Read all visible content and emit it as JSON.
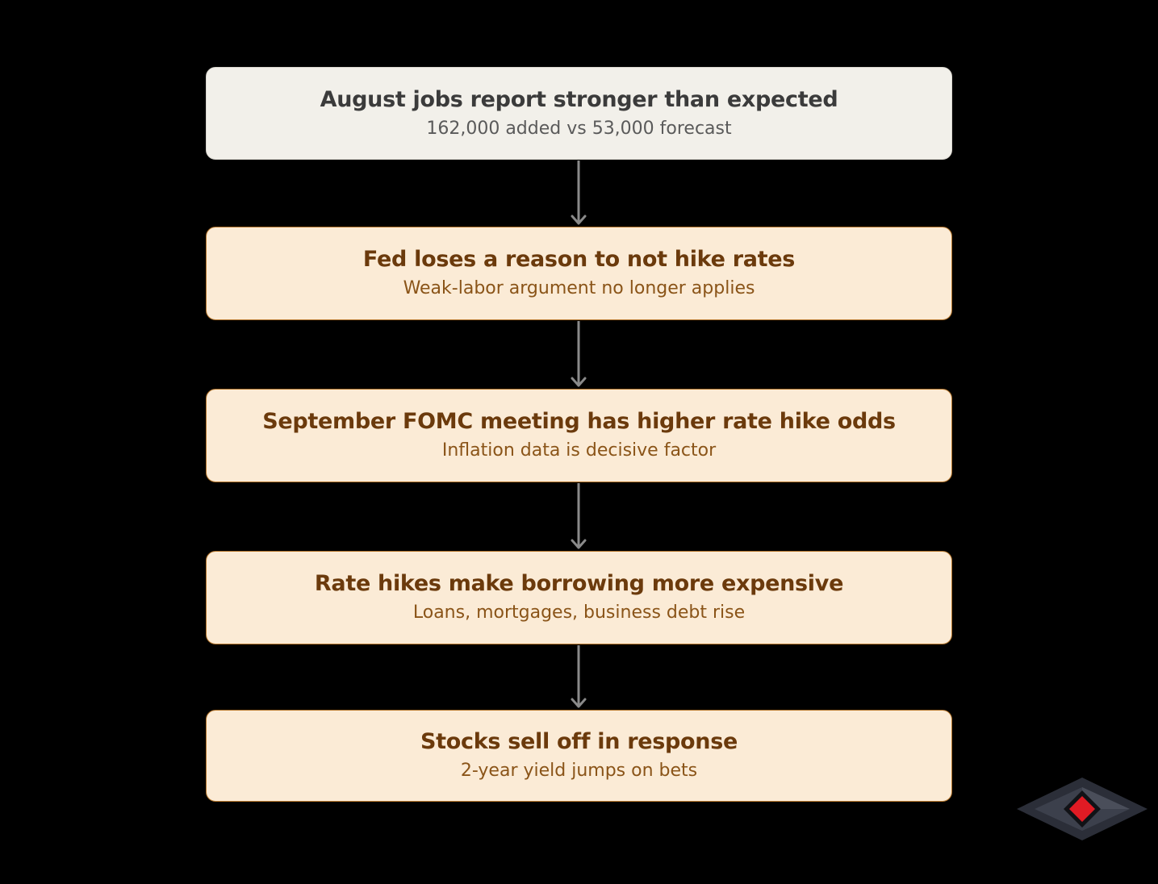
{
  "flowchart": {
    "nodes": [
      {
        "title": "August jobs report stronger than expected",
        "subtitle": "162,000 added vs 53,000 forecast",
        "style": "neutral"
      },
      {
        "title": "Fed loses a reason to not hike rates",
        "subtitle": "Weak-labor argument no longer applies",
        "style": "warm"
      },
      {
        "title": "September FOMC meeting has higher rate hike odds",
        "subtitle": "Inflation data is decisive factor",
        "style": "warm"
      },
      {
        "title": "Rate hikes make borrowing more expensive",
        "subtitle": "Loans, mortgages, business debt rise",
        "style": "warm"
      },
      {
        "title": "Stocks sell off in response",
        "subtitle": "2-year yield jumps on bets",
        "style": "warm"
      }
    ],
    "edges": [
      {
        "from": 0,
        "to": 1
      },
      {
        "from": 1,
        "to": 2
      },
      {
        "from": 2,
        "to": 3
      },
      {
        "from": 3,
        "to": 4
      }
    ]
  },
  "colors": {
    "background": "#000000",
    "neutral_fill": "#f2f0ea",
    "warm_fill": "#fbebd6",
    "warm_border": "#b5762c",
    "arrow": "#8a8a8a",
    "logo_red": "#e01b24"
  },
  "icons": {
    "logo": "diamond-logo-icon"
  }
}
